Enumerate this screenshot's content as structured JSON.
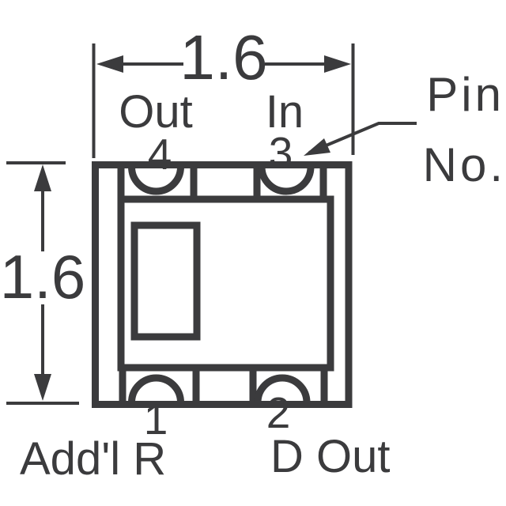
{
  "diagram": {
    "top_dimension": "1.6",
    "side_dimension": "1.6",
    "pin_note": {
      "line1": "Pin",
      "line2": "No."
    },
    "pins": [
      {
        "number": "4",
        "label": "Out",
        "position": "top-left"
      },
      {
        "number": "3",
        "label": "In",
        "position": "top-right"
      },
      {
        "number": "1",
        "label": "Add'l R",
        "position": "bottom-left"
      },
      {
        "number": "2",
        "label": "D Out",
        "position": "bottom-right"
      }
    ],
    "colors": {
      "line": "#3b3b3d",
      "component_fill": "#d8d8d8",
      "background": "#ffffff"
    }
  }
}
